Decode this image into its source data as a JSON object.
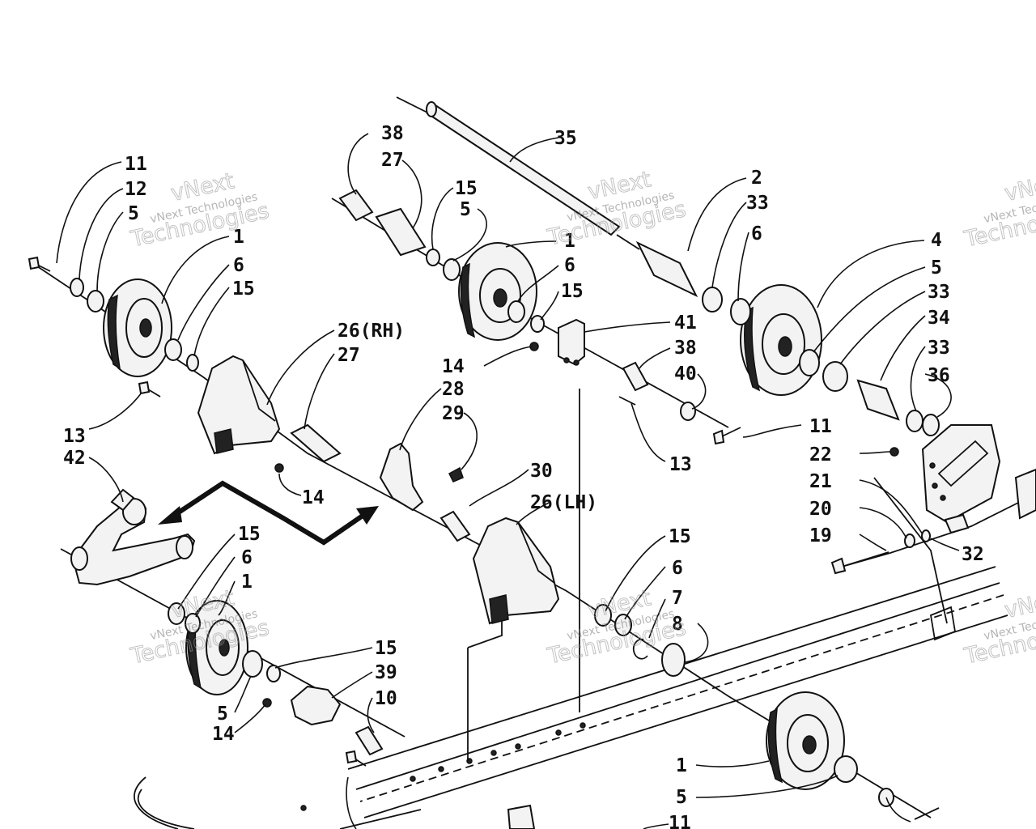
{
  "watermark": {
    "line1": "vNext",
    "line2": "vNext Technologies",
    "line3": "Technologies"
  },
  "callouts": [
    {
      "id": "c-11-a",
      "text": "11"
    },
    {
      "id": "c-12",
      "text": "12"
    },
    {
      "id": "c-5-a",
      "text": "5"
    },
    {
      "id": "c-1-a",
      "text": "1"
    },
    {
      "id": "c-6-a",
      "text": "6"
    },
    {
      "id": "c-15-a",
      "text": "15"
    },
    {
      "id": "c-13-a",
      "text": "13"
    },
    {
      "id": "c-42",
      "text": "42"
    },
    {
      "id": "c-14-a",
      "text": "14"
    },
    {
      "id": "c-26rh",
      "text": "26(RH)"
    },
    {
      "id": "c-27-a",
      "text": "27"
    },
    {
      "id": "c-28",
      "text": "28"
    },
    {
      "id": "c-29",
      "text": "29"
    },
    {
      "id": "c-30",
      "text": "30"
    },
    {
      "id": "c-26lh",
      "text": "26(LH)"
    },
    {
      "id": "c-38-a",
      "text": "38"
    },
    {
      "id": "c-27-b",
      "text": "27"
    },
    {
      "id": "c-15-b",
      "text": "15"
    },
    {
      "id": "c-5-b",
      "text": "5"
    },
    {
      "id": "c-35",
      "text": "35"
    },
    {
      "id": "c-1-b",
      "text": "1"
    },
    {
      "id": "c-6-b",
      "text": "6"
    },
    {
      "id": "c-15-c",
      "text": "15"
    },
    {
      "id": "c-14-b",
      "text": "14"
    },
    {
      "id": "c-41",
      "text": "41"
    },
    {
      "id": "c-38-b",
      "text": "38"
    },
    {
      "id": "c-40",
      "text": "40"
    },
    {
      "id": "c-13-b",
      "text": "13"
    },
    {
      "id": "c-11-b",
      "text": "11"
    },
    {
      "id": "c-2",
      "text": "2"
    },
    {
      "id": "c-33-a",
      "text": "33"
    },
    {
      "id": "c-6-c",
      "text": "6"
    },
    {
      "id": "c-4",
      "text": "4"
    },
    {
      "id": "c-5-c",
      "text": "5"
    },
    {
      "id": "c-33-b",
      "text": "33"
    },
    {
      "id": "c-34",
      "text": "34"
    },
    {
      "id": "c-33-c",
      "text": "33"
    },
    {
      "id": "c-36",
      "text": "36"
    },
    {
      "id": "c-22",
      "text": "22"
    },
    {
      "id": "c-21",
      "text": "21"
    },
    {
      "id": "c-20",
      "text": "20"
    },
    {
      "id": "c-19",
      "text": "19"
    },
    {
      "id": "c-32",
      "text": "32"
    },
    {
      "id": "c-15-d",
      "text": "15"
    },
    {
      "id": "c-6-d",
      "text": "6"
    },
    {
      "id": "c-1-c",
      "text": "1"
    },
    {
      "id": "c-15-e",
      "text": "15"
    },
    {
      "id": "c-39",
      "text": "39"
    },
    {
      "id": "c-5-d",
      "text": "5"
    },
    {
      "id": "c-14-c",
      "text": "14"
    },
    {
      "id": "c-10",
      "text": "10"
    },
    {
      "id": "c-15-f",
      "text": "15"
    },
    {
      "id": "c-6-e",
      "text": "6"
    },
    {
      "id": "c-7",
      "text": "7"
    },
    {
      "id": "c-8",
      "text": "8"
    },
    {
      "id": "c-1-d",
      "text": "1"
    },
    {
      "id": "c-5-e",
      "text": "5"
    },
    {
      "id": "c-11-c",
      "text": "11"
    }
  ]
}
